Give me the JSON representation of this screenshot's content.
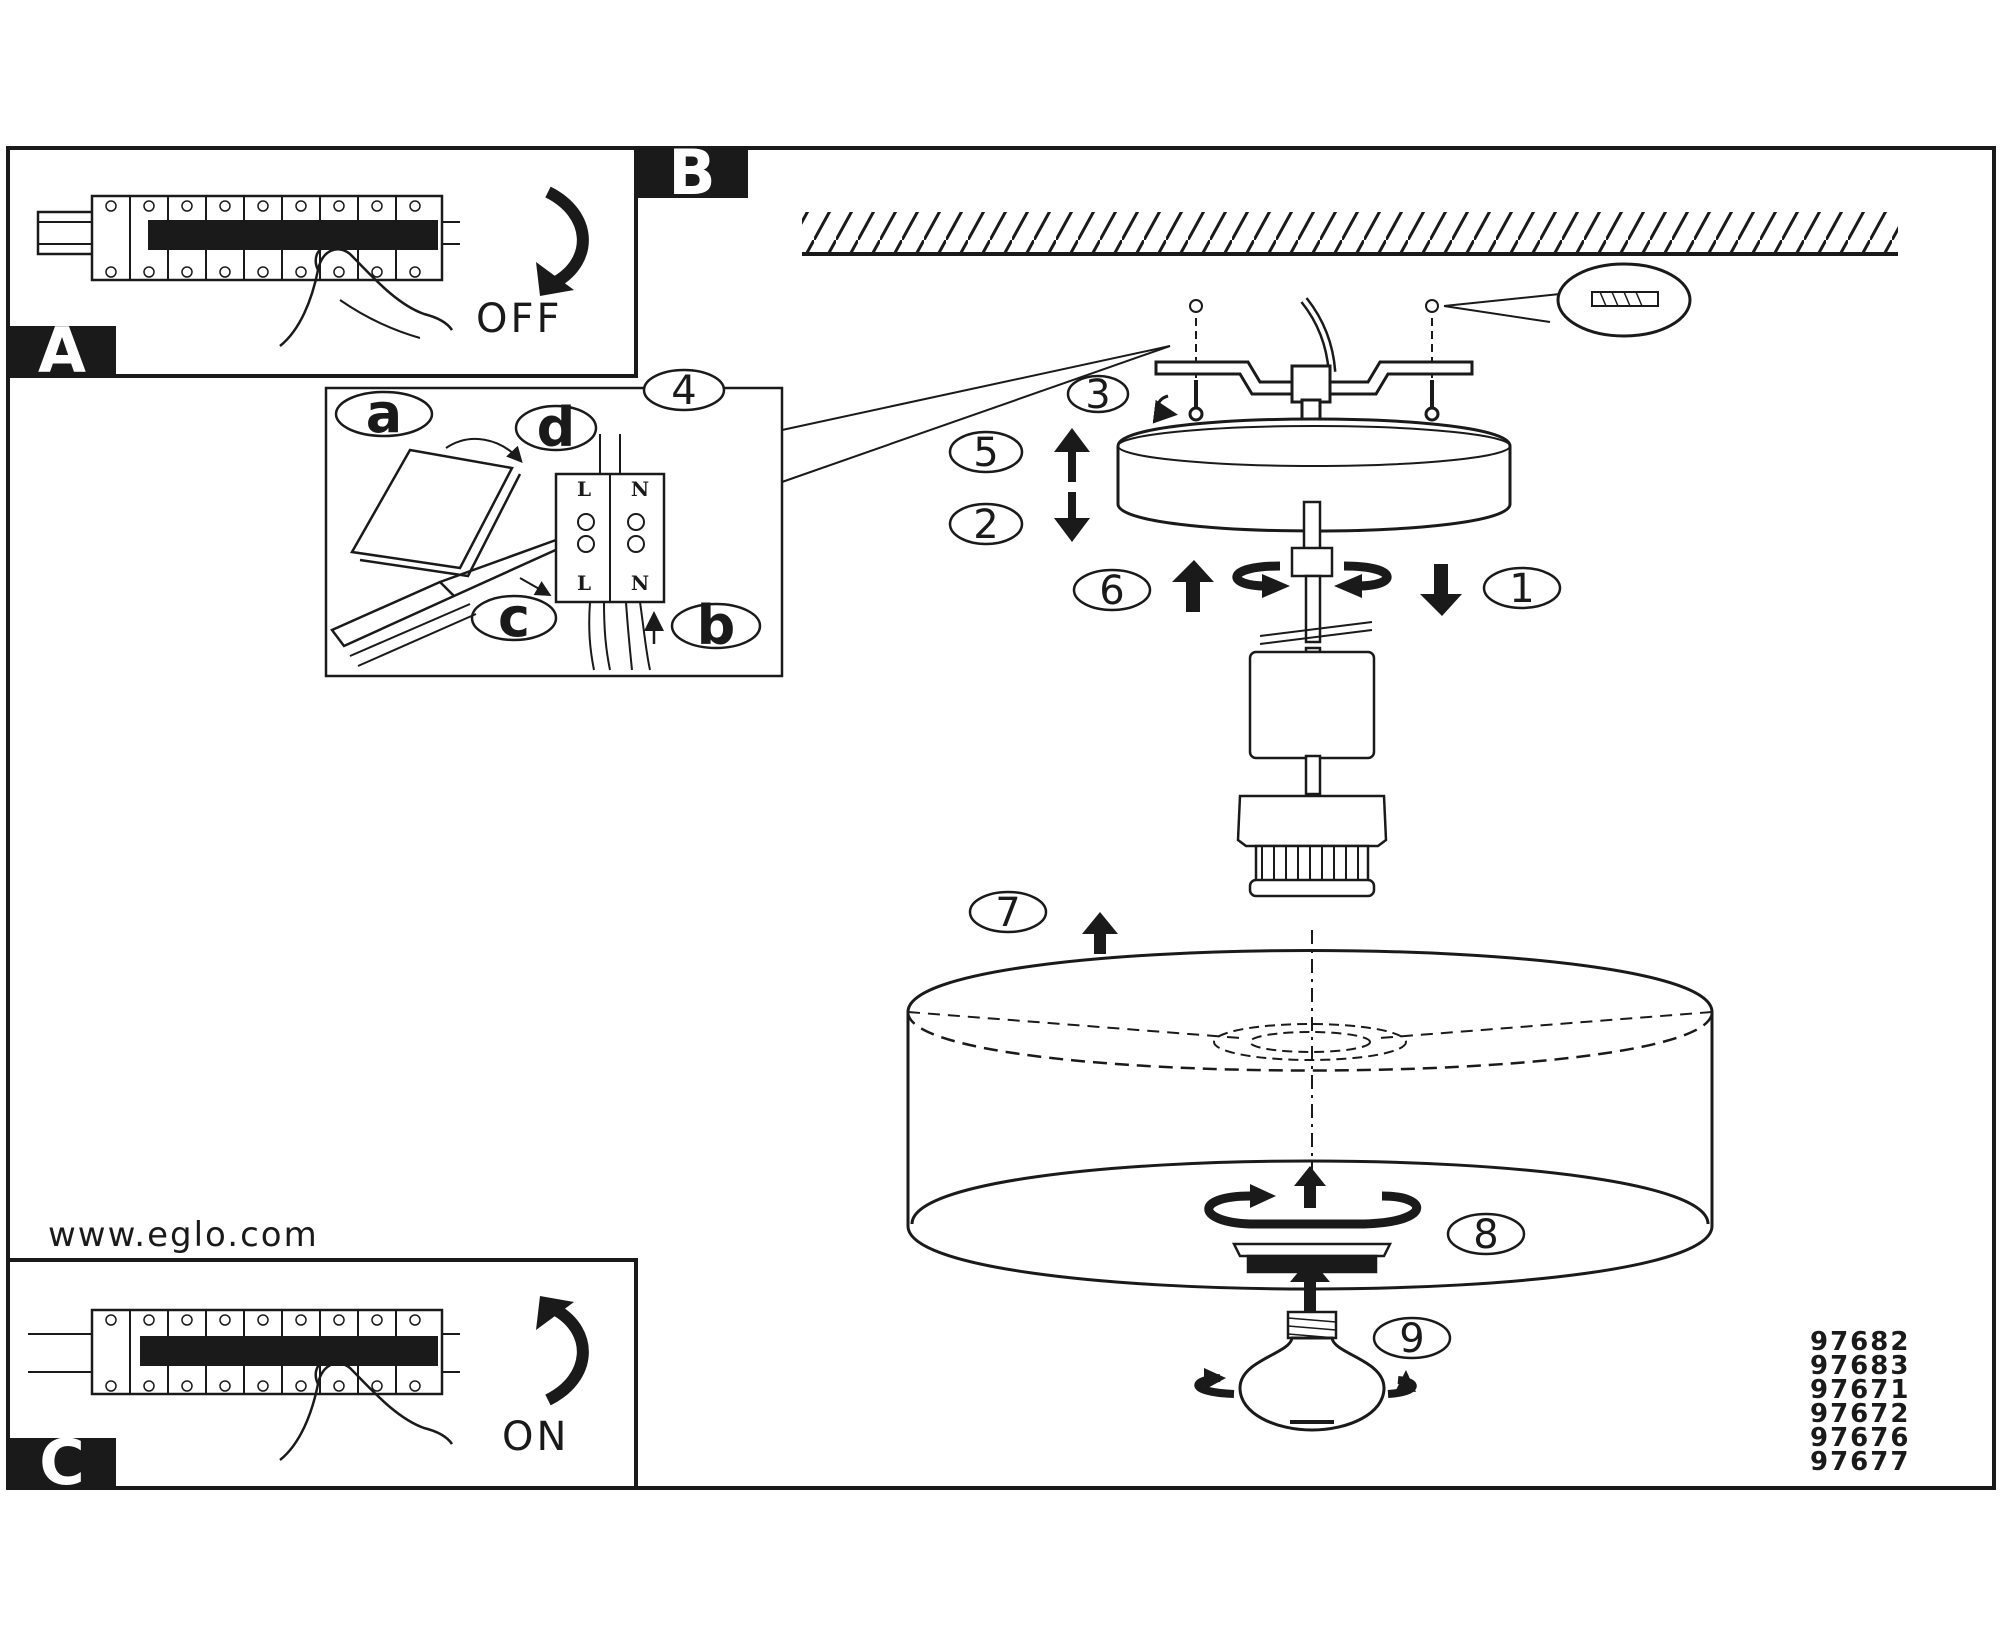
{
  "panels": {
    "a": {
      "label": "A",
      "switch_label": "OFF"
    },
    "b": {
      "label": "B"
    },
    "c": {
      "label": "C",
      "switch_label": "ON"
    }
  },
  "website": "www.eglo.com",
  "steps": [
    "1",
    "2",
    "3",
    "4",
    "5",
    "6",
    "7",
    "8",
    "9"
  ],
  "detail_letters": [
    "a",
    "b",
    "c",
    "d"
  ],
  "terminal_labels": {
    "live": "L",
    "neutral": "N"
  },
  "model_numbers": [
    "97682",
    "97683",
    "97671",
    "97672",
    "97676",
    "97677"
  ],
  "colors": {
    "ink": "#1a1a1a",
    "paper": "#ffffff"
  }
}
